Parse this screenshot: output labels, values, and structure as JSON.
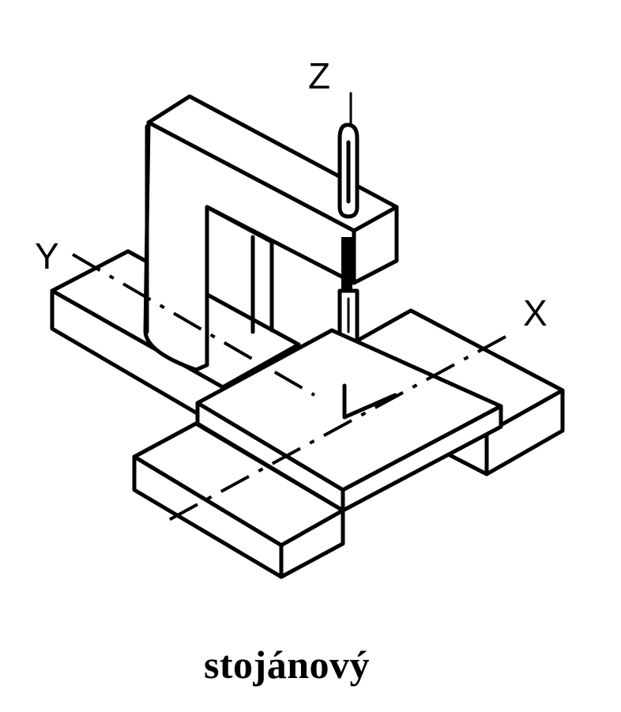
{
  "diagram": {
    "axis_labels": {
      "z": "Z",
      "y": "Y",
      "x": "X"
    },
    "caption": "stojánový"
  }
}
